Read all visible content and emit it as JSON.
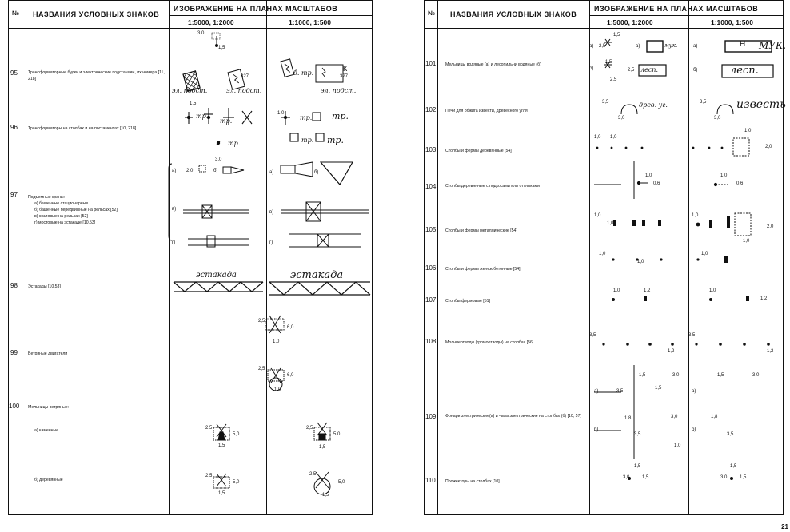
{
  "left": {
    "col_num": "№",
    "col_names": "НАЗВАНИЯ УСЛОВНЫХ ЗНАКОВ",
    "col_images": "ИЗОБРАЖЕНИЕ НА ПЛАНАХ МАСШТАБОВ",
    "scale_a": "1:5000, 1:2000",
    "scale_b": "1:1000, 1:500",
    "rows": [
      {
        "num": "95",
        "text": "Трансформаторные будки и электрические подстанции, их номера [11, 218]"
      },
      {
        "num": "96",
        "text": "Трансформаторы на столбах и на постаментах [10, 218]"
      },
      {
        "num": "97",
        "text": "Подъемные краны:"
      },
      {
        "num": "98",
        "text": "Эстакады [10,53]"
      },
      {
        "num": "99",
        "text": "Ветряные двигатели"
      },
      {
        "num": "100",
        "text": "Мельницы ветряные:"
      }
    ],
    "row97_items": [
      "а) башенные стационарные",
      "б) башенные передвижные на рельсах [52]",
      "в) козловые на рельсах [52]",
      "г) мостовые на эстакаде [10,53]"
    ],
    "row100_a": "а) каменные",
    "row100_b": "б) деревянные",
    "labels": {
      "el_podst_a": "эл. подст.",
      "el_podst_b": "эл. подст.",
      "b_tr": "б. тр.",
      "el_podst_c": "эл. подст.",
      "n327a": "327",
      "n327b": "327",
      "K": "К",
      "tp": "тр.",
      "estakada_a": "эстакада",
      "estakada_b": "эстакада",
      "v15": "1,5",
      "v30": "3,0",
      "v25": "2,5",
      "v60": "6,0",
      "v10": "1,0",
      "v50": "5,0",
      "v20": "2,0",
      "a": "а)",
      "b": "б)",
      "v": "в)",
      "g": "г)"
    }
  },
  "right": {
    "col_num": "№",
    "col_names": "НАЗВАНИЯ УСЛОВНЫХ ЗНАКОВ",
    "col_images": "ИЗОБРАЖЕНИЕ НА ПЛАНАХ МАСШТАБОВ",
    "scale_a": "1:5000, 1:2000",
    "scale_b": "1:1000, 1:500",
    "rows": [
      {
        "num": "101",
        "text": "Мельницы водяные (а) и лесопильни водяные (б)"
      },
      {
        "num": "102",
        "text": "Печи для обжига извести, древесного угля"
      },
      {
        "num": "103",
        "text": "Столбы и фермы деревянные [54]"
      },
      {
        "num": "104",
        "text": "Столбы деревянные с подкосами или оттяжками"
      },
      {
        "num": "105",
        "text": "Столбы и фермы металлические [54]"
      },
      {
        "num": "106",
        "text": "Столбы и фермы железобетонные [54]"
      },
      {
        "num": "107",
        "text": "Столбы фермовые [51]"
      },
      {
        "num": "108",
        "text": "Молниеотводы (громоотводы) на столбах [56]"
      },
      {
        "num": "109",
        "text": "Фонари электрические(а) и часы электрические на столбах (б) [10, 57]"
      },
      {
        "num": "110",
        "text": "Прожекторы на столбах [10]"
      }
    ],
    "labels": {
      "muk_a": "мук.",
      "muk_b": "МУК.",
      "lesp_a": "лесп.",
      "lesp_b": "лесп.",
      "drev_ug": "древ. уг.",
      "izvest": "известь",
      "Kbig": "Н",
      "v15": "1,5",
      "v25": "2,5",
      "v35": "3,5",
      "v30": "3,0",
      "v10": "1,0",
      "v06": "0,6",
      "v20": "2,0",
      "v12": "1,2",
      "v18": "1,8",
      "a": "а)",
      "b": "б)"
    },
    "page_number": "21"
  }
}
